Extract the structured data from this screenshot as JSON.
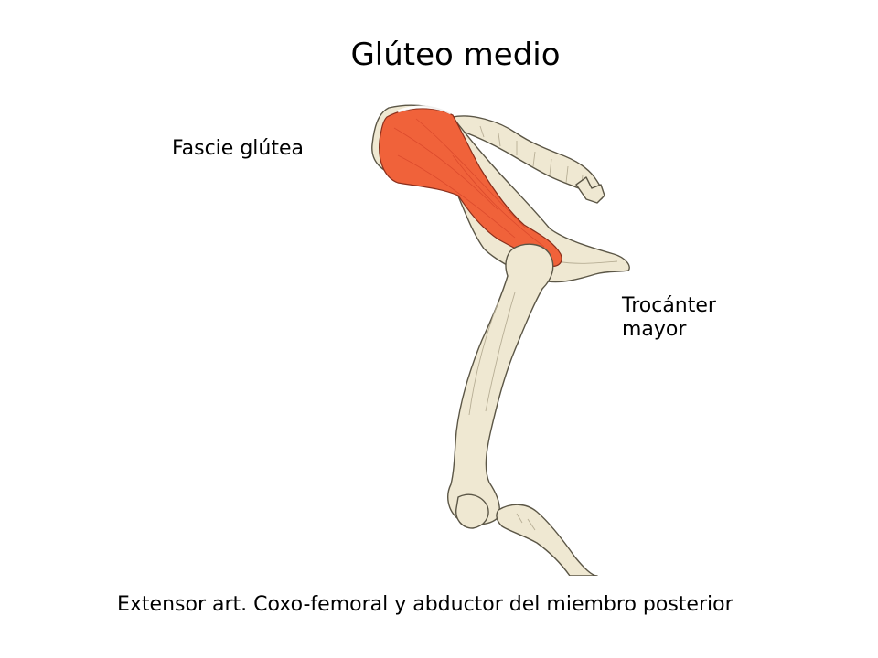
{
  "slide": {
    "title": "Glúteo medio",
    "labels": {
      "fascia": "Fascie glútea",
      "trochanter_line1": "Trocánter",
      "trochanter_line2": "mayor"
    },
    "caption": "Extensor art. Coxo-femoral y abductor del miembro posterior"
  },
  "colors": {
    "muscle": "#f0623a",
    "bone": "#efe8d2",
    "outline": "#5b5646"
  }
}
